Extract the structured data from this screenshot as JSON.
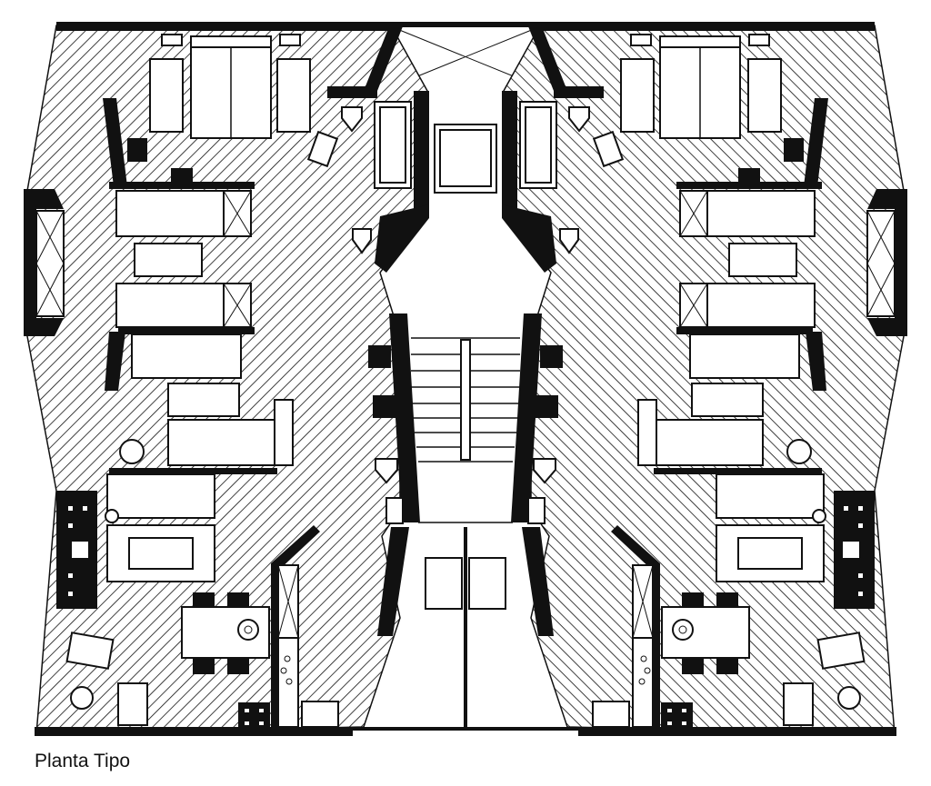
{
  "caption": "Planta Tipo",
  "plan": {
    "type": "architectural floor plan",
    "symmetry": "mirrored left/right about central stair core",
    "colors": {
      "ink": "#111111",
      "paper": "#ffffff"
    },
    "elements": {
      "core": [
        "elevator/lightwell (X)",
        "lift shaft",
        "central staircase",
        "entrance lobby"
      ],
      "per_unit": [
        "master bedroom with double bed",
        "two single-bed bedrooms",
        "bathrooms (2)",
        "living room with sofa and rug",
        "dining table with 4 chairs",
        "kitchen strip",
        "balcony"
      ]
    }
  }
}
